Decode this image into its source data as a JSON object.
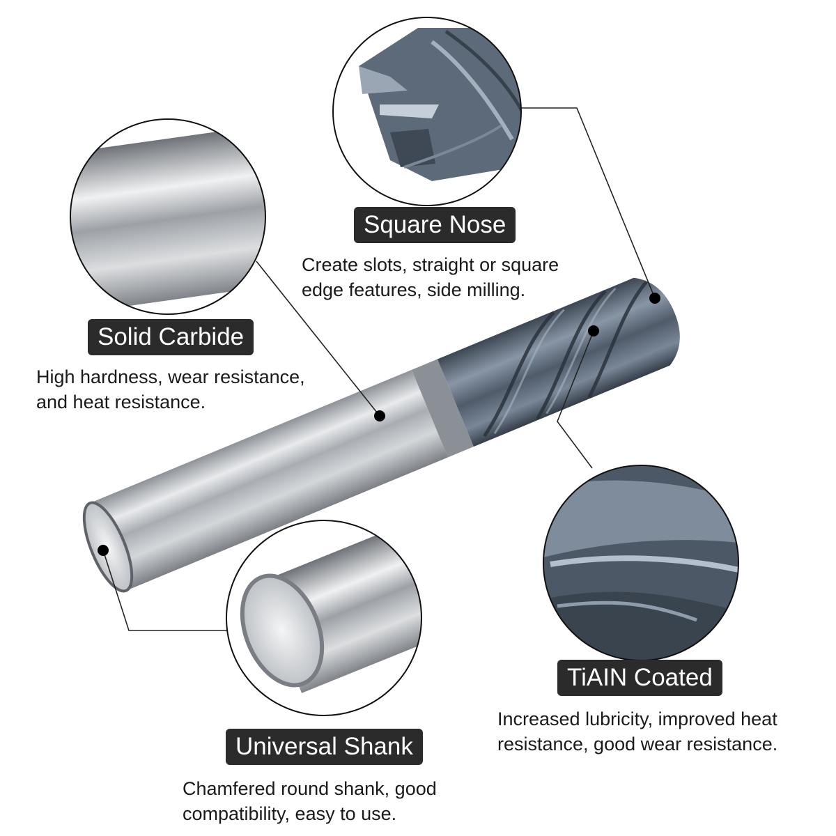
{
  "features": [
    {
      "label": "Square Nose",
      "desc": [
        "Create slots, straight or square",
        "edge features, side milling."
      ]
    },
    {
      "label": "Solid Carbide",
      "desc": [
        "High hardness, wear resistance,",
        "and heat resistance."
      ]
    },
    {
      "label": "TiAIN Coated",
      "desc": [
        "Increased lubricity, improved heat",
        "resistance, good wear resistance."
      ]
    },
    {
      "label": "Universal Shank",
      "desc": [
        "Chamfered round shank, good",
        "compatibility, easy to use."
      ]
    }
  ],
  "colors": {
    "label_bg": "#2b2b2b",
    "label_text": "#ffffff",
    "body_text": "#1a1a1a",
    "carbide": "#b9bcc1",
    "coating": "#5a6878"
  }
}
